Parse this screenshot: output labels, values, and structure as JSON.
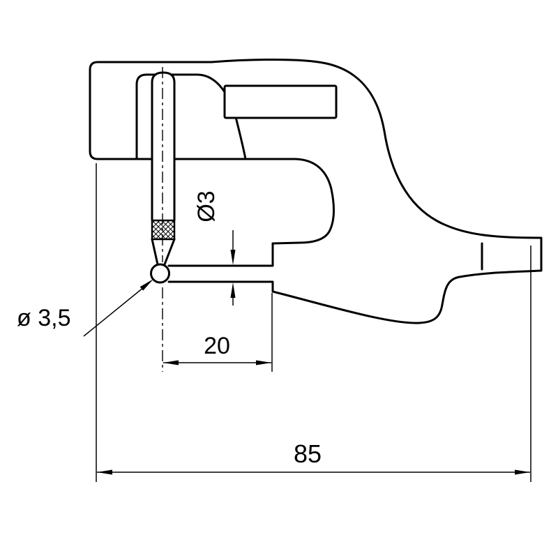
{
  "drawing": {
    "labels": {
      "ball_tip_diameter": "ø 3,5",
      "anvil_rod_diameter": "Ø3",
      "throat_depth": "20",
      "overall_depth": "85"
    },
    "colors": {
      "line": "#000000",
      "background": "#ffffff"
    }
  }
}
